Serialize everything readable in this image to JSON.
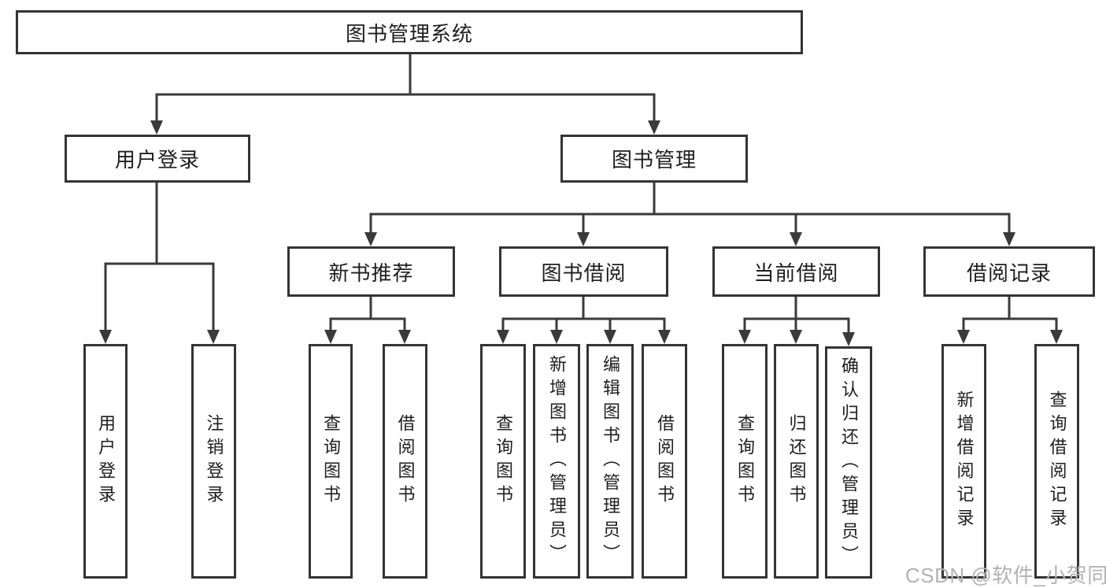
{
  "diagram": {
    "root": {
      "label": "图书管理系统"
    },
    "level2": [
      {
        "label": "用户登录"
      },
      {
        "label": "图书管理"
      }
    ],
    "level3": [
      {
        "label": "新书推荐"
      },
      {
        "label": "图书借阅"
      },
      {
        "label": "当前借阅"
      },
      {
        "label": "借阅记录"
      }
    ],
    "leaves": {
      "user_login": [
        {
          "label": "用户登录"
        },
        {
          "label": "注销登录"
        }
      ],
      "new_book": [
        {
          "label": "查询图书"
        },
        {
          "label": "借阅图书"
        }
      ],
      "book_borrow": [
        {
          "label": "查询图书"
        },
        {
          "label": "新增图书（管理员）"
        },
        {
          "label": "编辑图书（管理员）"
        },
        {
          "label": "借阅图书"
        }
      ],
      "current_borrow": [
        {
          "label": "查询图书"
        },
        {
          "label": "归还图书"
        },
        {
          "label": "确认归还（管理员）"
        }
      ],
      "borrow_record": [
        {
          "label": "新增借阅记录"
        },
        {
          "label": "查询借阅记录"
        }
      ]
    }
  },
  "watermark": {
    "text": "CSDN @软件_小贺同学"
  },
  "colors": {
    "line": "#3a3a3a",
    "box_border": "#343434",
    "text": "#1e1e1e",
    "watermark": "#b3b3b3",
    "background": "#ffffff"
  }
}
